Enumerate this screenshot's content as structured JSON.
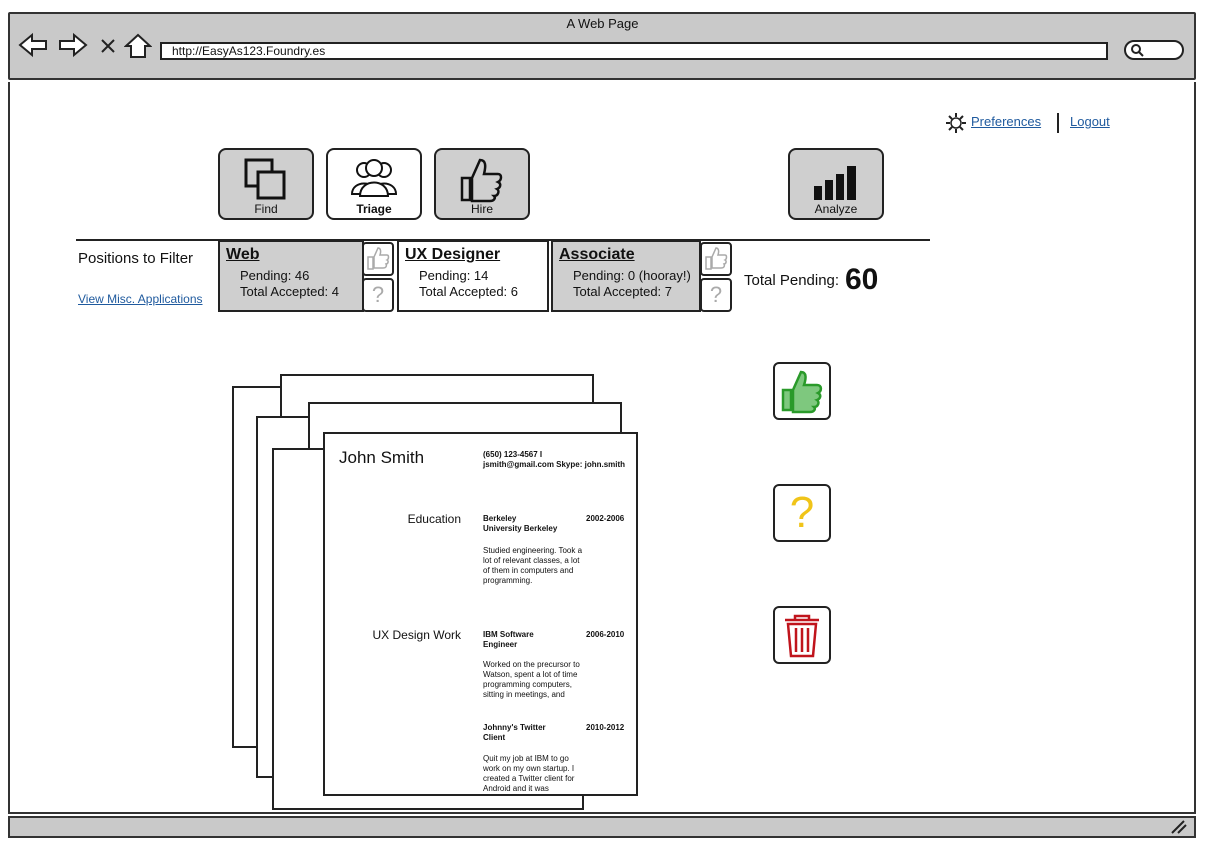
{
  "browser": {
    "title": "A Web Page",
    "url": "http://EasyAs123.Foundry.es"
  },
  "header": {
    "preferences": "Preferences",
    "logout": "Logout"
  },
  "toolbar": {
    "find": "Find",
    "triage": "Triage",
    "hire": "Hire",
    "analyze": "Analyze"
  },
  "filters": {
    "label": "Positions to Filter",
    "misc_link": "View Misc. Applications",
    "positions": [
      {
        "title": "Web",
        "pending": "Pending: 46",
        "accepted": "Total Accepted: 4"
      },
      {
        "title": "UX Designer",
        "pending": "Pending: 14",
        "accepted": "Total Accepted: 6"
      },
      {
        "title": "Associate",
        "pending": "Pending: 0 (hooray!)",
        "accepted": "Total Accepted: 7"
      }
    ],
    "total_label": "Total Pending:",
    "total_value": "60"
  },
  "resume": {
    "name": "John Smith",
    "contact_line1": "(650) 123-4567  I",
    "contact_line2": "jsmith@gmail.com  Skype: john.smith",
    "education_label": "Education",
    "edu_org1": "Berkeley",
    "edu_org2": "University Berkeley",
    "edu_dates": "2002-2006",
    "edu_desc": "Studied engineering. Took a lot of relevant classes, a lot of them in computers and programming.",
    "work_label": "UX Design Work",
    "job1_org": "IBM Software",
    "job1_role": "Engineer",
    "job1_dates": "2006-2010",
    "job1_desc": "Worked on the precursor to Watson, spent a lot of time programming computers, sitting in meetings, and",
    "job2_org": "Johnny's Twitter",
    "job2_role": "Client",
    "job2_dates": "2010-2012",
    "job2_desc": "Quit my job at IBM to go work on my own startup. I created a Twitter client for Android and it was awesome. My mom"
  },
  "icons": {
    "accept": "thumbs-up-icon",
    "maybe": "question-icon",
    "reject": "trash-icon",
    "accent_green": "#2a9a2a",
    "accent_yellow": "#f0c419",
    "accent_red": "#c0141c"
  }
}
